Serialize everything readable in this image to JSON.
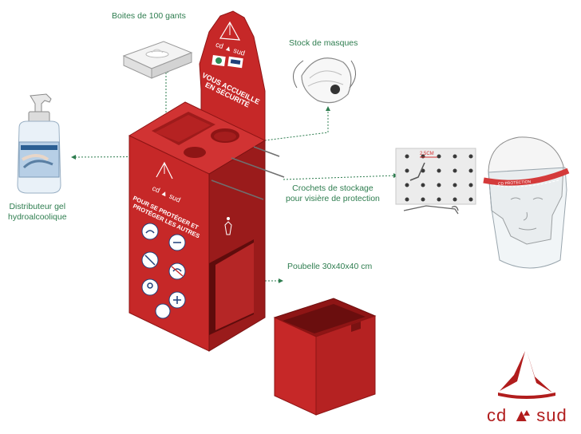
{
  "labels": {
    "gloves": "Boites de 100 gants",
    "masks": "Stock de masques",
    "gel_line1": "Distributeur gel",
    "gel_line2": "hydroalcoolique",
    "hooks_line1": "Crochets de stockage",
    "hooks_line2": "pour visière de protection",
    "bin": "Poubelle 30x40x40 cm"
  },
  "stand": {
    "brand_top": "cd ▲ sud",
    "welcome_line1": "VOUS ACCUEILLE",
    "welcome_line2": "EN SÉCURITÉ",
    "brand_front": "cd ▲ sud",
    "protect_line1": "POUR SE PROTÉGER ET",
    "protect_line2": "PROTÉGER LES AUTRES"
  },
  "hooks_board": {
    "measure": "2,5CM"
  },
  "visor": {
    "band_text": "CD PROTECTION"
  },
  "brand": {
    "logo_text": "cd ▲ sud"
  },
  "colors": {
    "stand_red": "#c62828",
    "stand_dark": "#8e1515",
    "callout_green": "#2e7d4f",
    "brand_red": "#b11d1d"
  }
}
